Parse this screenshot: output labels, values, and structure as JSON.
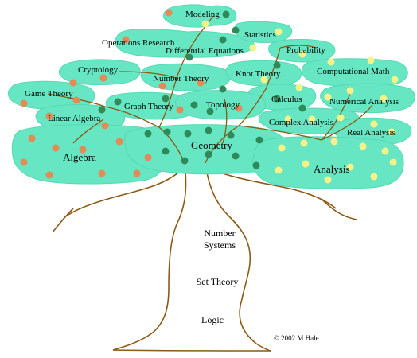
{
  "colors": {
    "foliage": "#66e6c2",
    "foliage_edge": "#58d9b4",
    "trunk": "#8b5a14",
    "fruit_algebra": "#e58a55",
    "fruit_geometry": "#2f8a5a",
    "fruit_analysis": "#f6f28a"
  },
  "branches": {
    "modeling": "Modeling",
    "statistics": "Statistics",
    "operations_research": "Operations Research",
    "differential_equations": "Differential Equations",
    "probability": "Probability",
    "cryptology": "Cryptology",
    "number_theory": "Number Theory",
    "knot_theory": "Knot Theory",
    "computational_math": "Computational Math",
    "game_theory": "Game Theory",
    "calculus": "Calculus",
    "numerical_analysis": "Numerical Analysis",
    "graph_theory": "Graph Theory",
    "topology": "Topology",
    "linear_algebra": "Linear Algebra",
    "complex_analysis": "Complex Analysis",
    "real_analysis": "Real Analysis"
  },
  "main_areas": {
    "algebra": "Algebra",
    "geometry": "Geometry",
    "analysis": "Analysis"
  },
  "trunk": {
    "number_line1": "Number",
    "number_line2": "Systems",
    "set_theory": "Set Theory",
    "logic": "Logic"
  },
  "credit": "© 2002 M Hale"
}
